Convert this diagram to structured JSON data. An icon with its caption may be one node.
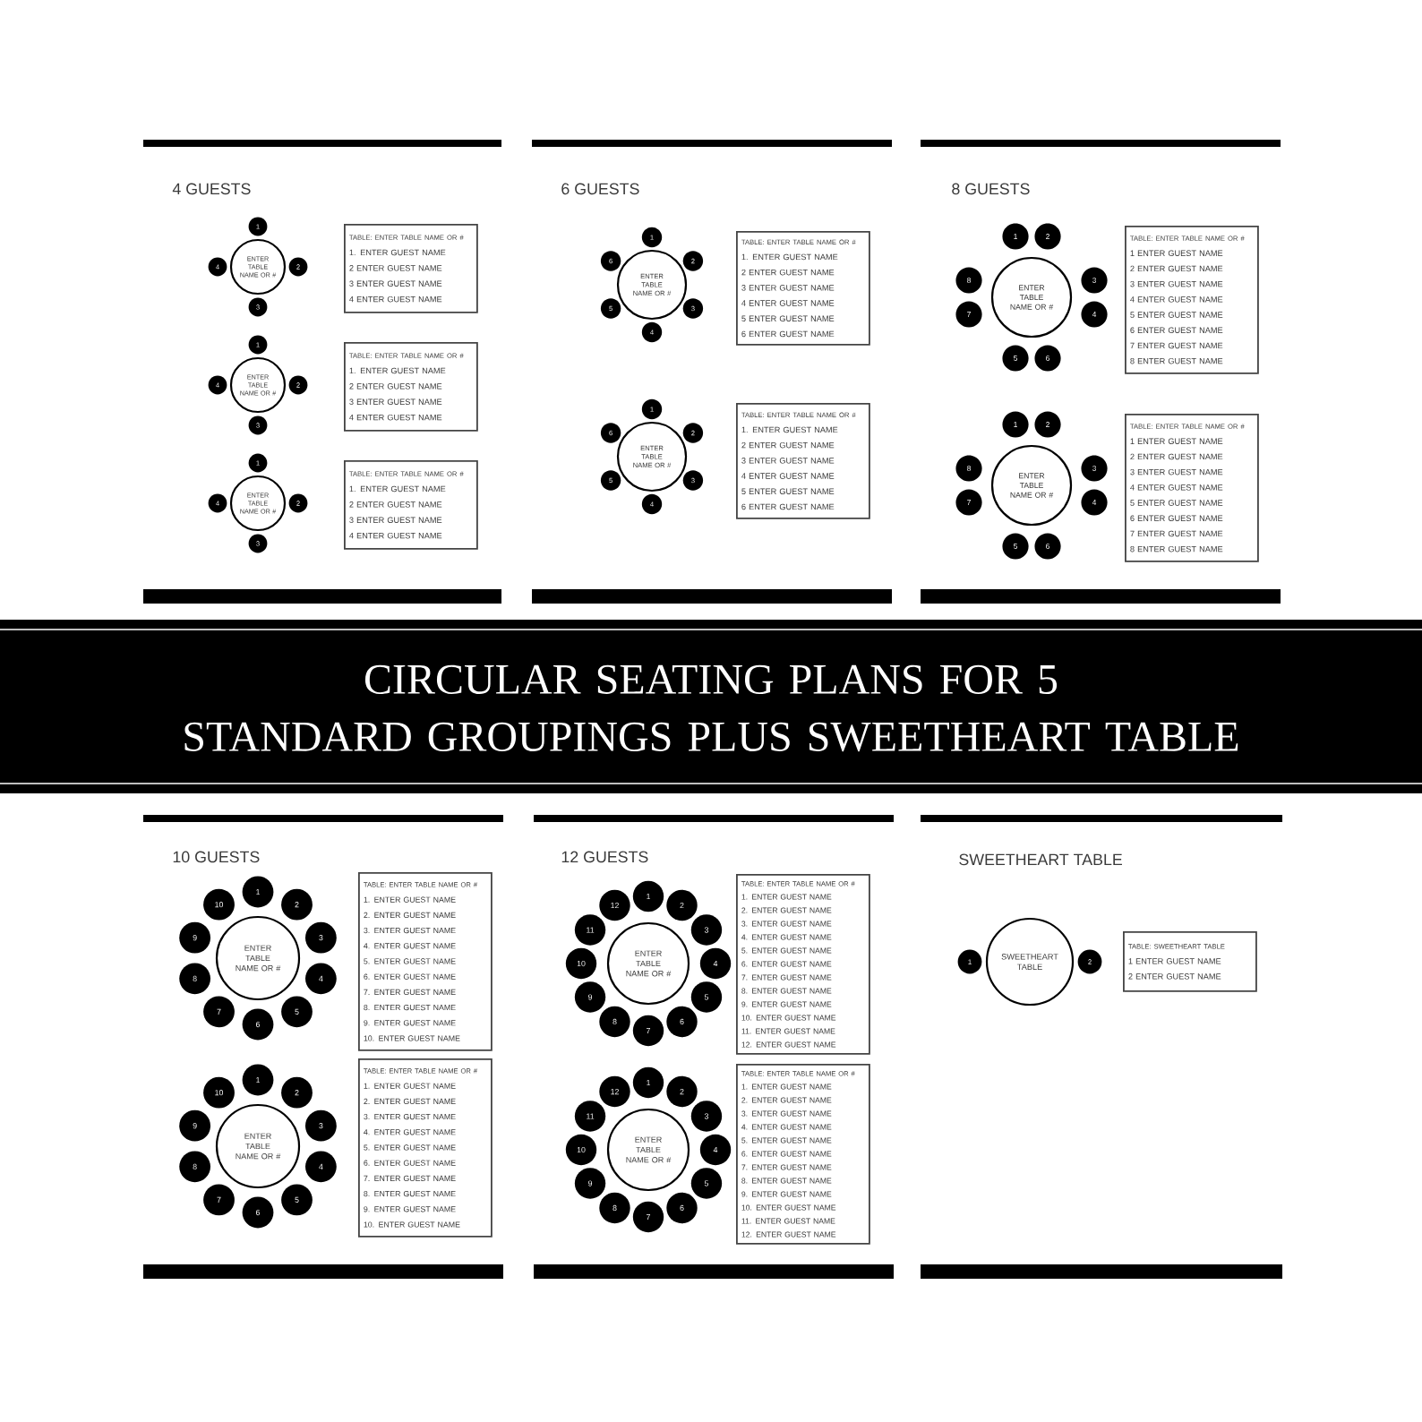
{
  "diagram": {
    "title": "CIRCULAR SEATING PLANS FOR 5 STANDARD GROUPINGS PLUS SWEETHEART TABLE",
    "nodes": [
      {
        "text": [
          "ENTER TABLE NAME OR #"
        ]
      },
      {
        "text": [
          "1"
        ]
      },
      {
        "text": [
          "2"
        ]
      },
      {
        "text": [
          "3"
        ]
      },
      {
        "text": [
          "4"
        ]
      },
      {
        "text": [
          "TABLE: ENTER TABLE NAME OR #",
          "1. ENTER GUEST NAME",
          "2 ENTER GUEST NAME",
          "3 ENTER GUEST NAME",
          "4 ENTER GUEST NAME"
        ]
      },
      {
        "text": [
          "ENTER TABLE NAME OR #"
        ]
      },
      {
        "text": [
          "1"
        ]
      },
      {
        "text": [
          "2"
        ]
      },
      {
        "text": [
          "3"
        ]
      },
      {
        "text": [
          "4"
        ]
      },
      {
        "text": [
          "TABLE: ENTER TABLE NAME OR #",
          "1. ENTER GUEST NAME",
          "2 ENTER GUEST NAME",
          "3 ENTER GUEST NAME",
          "4 ENTER GUEST NAME"
        ]
      },
      {
        "text": [
          "ENTER TABLE NAME OR #"
        ]
      },
      {
        "text": [
          "1"
        ]
      },
      {
        "text": [
          "2"
        ]
      },
      {
        "text": [
          "3"
        ]
      },
      {
        "text": [
          "4"
        ]
      },
      {
        "text": [
          "TABLE: ENTER TABLE NAME OR #",
          "1. ENTER GUEST NAME",
          "2 ENTER GUEST NAME",
          "3 ENTER GUEST NAME",
          "4 ENTER GUEST NAME"
        ]
      },
      {
        "text": [
          "ENTER TABLE NAME OR #"
        ]
      },
      {
        "text": [
          "1"
        ]
      },
      {
        "text": [
          "2"
        ]
      },
      {
        "text": [
          "3"
        ]
      },
      {
        "text": [
          "4"
        ]
      },
      {
        "text": [
          "5"
        ]
      },
      {
        "text": [
          "6"
        ]
      },
      {
        "text": [
          "TABLE: ENTER TABLE NAME OR #",
          "1. ENTER GUEST NAME",
          "2 ENTER GUEST NAME",
          "3 ENTER GUEST NAME",
          "4 ENTER GUEST NAME",
          "5 ENTER GUEST NAME",
          "6 ENTER GUEST NAME"
        ]
      },
      {
        "text": [
          "ENTER TABLE NAME OR #"
        ]
      },
      {
        "text": [
          "1"
        ]
      },
      {
        "text": [
          "2"
        ]
      },
      {
        "text": [
          "3"
        ]
      },
      {
        "text": [
          "4"
        ]
      },
      {
        "text": [
          "5"
        ]
      },
      {
        "text": [
          "6"
        ]
      },
      {
        "text": [
          "TABLE: ENTER TABLE NAME OR #",
          "1. ENTER GUEST NAME",
          "2 ENTER GUEST NAME",
          "3 ENTER GUEST NAME",
          "4 ENTER GUEST NAME",
          "5 ENTER GUEST NAME",
          "6 ENTER GUEST NAME"
        ]
      },
      {
        "text": [
          "ENTER TABLE NAME OR #"
        ]
      },
      {
        "text": [
          "1"
        ]
      },
      {
        "text": [
          "2"
        ]
      },
      {
        "text": [
          "3"
        ]
      },
      {
        "text": [
          "4"
        ]
      },
      {
        "text": [
          "5"
        ]
      },
      {
        "text": [
          "6"
        ]
      },
      {
        "text": [
          "7"
        ]
      },
      {
        "text": [
          "8"
        ]
      },
      {
        "text": [
          "TABLE: ENTER TABLE NAME OR #",
          "1 ENTER GUEST NAME",
          "2 ENTER GUEST NAME",
          "3 ENTER GUEST NAME",
          "4 ENTER GUEST NAME",
          "5 ENTER GUEST NAME",
          "6 ENTER GUEST NAME",
          "7 ENTER GUEST NAME",
          "8 ENTER GUEST NAME"
        ]
      },
      {
        "text": [
          "ENTER TABLE NAME OR #"
        ]
      },
      {
        "text": [
          "1"
        ]
      },
      {
        "text": [
          "2"
        ]
      },
      {
        "text": [
          "3"
        ]
      },
      {
        "text": [
          "4"
        ]
      },
      {
        "text": [
          "5"
        ]
      },
      {
        "text": [
          "6"
        ]
      },
      {
        "text": [
          "7"
        ]
      },
      {
        "text": [
          "8"
        ]
      },
      {
        "text": [
          "TABLE: ENTER TABLE NAME OR #",
          "1 ENTER GUEST NAME",
          "2 ENTER GUEST NAME",
          "3 ENTER GUEST NAME",
          "4 ENTER GUEST NAME",
          "5 ENTER GUEST NAME",
          "6 ENTER GUEST NAME",
          "7 ENTER GUEST NAME",
          "8 ENTER GUEST NAME"
        ]
      },
      {
        "text": [
          "ENTER TABLE NAME OR #"
        ]
      },
      {
        "text": [
          "1"
        ]
      },
      {
        "text": [
          "2"
        ]
      },
      {
        "text": [
          "3"
        ]
      },
      {
        "text": [
          "4"
        ]
      },
      {
        "text": [
          "5"
        ]
      },
      {
        "text": [
          "6"
        ]
      },
      {
        "text": [
          "7"
        ]
      },
      {
        "text": [
          "8"
        ]
      },
      {
        "text": [
          "9"
        ]
      },
      {
        "text": [
          "10"
        ]
      },
      {
        "text": [
          "TABLE: ENTER TABLE NAME OR #",
          "1. ENTER GUEST NAME",
          "2. ENTER GUEST NAME",
          "3. ENTER GUEST NAME",
          "4. ENTER GUEST NAME",
          "5. ENTER GUEST NAME",
          "6. ENTER GUEST NAME",
          "7. ENTER GUEST NAME",
          "8. ENTER GUEST NAME",
          "9. ENTER GUEST NAME",
          "10. ENTER GUEST NAME"
        ]
      },
      {
        "text": [
          "ENTER TABLE NAME OR #"
        ]
      },
      {
        "text": [
          "1"
        ]
      },
      {
        "text": [
          "2"
        ]
      },
      {
        "text": [
          "3"
        ]
      },
      {
        "text": [
          "4"
        ]
      },
      {
        "text": [
          "5"
        ]
      },
      {
        "text": [
          "6"
        ]
      },
      {
        "text": [
          "7"
        ]
      },
      {
        "text": [
          "8"
        ]
      },
      {
        "text": [
          "9"
        ]
      },
      {
        "text": [
          "10"
        ]
      },
      {
        "text": [
          "TABLE: ENTER TABLE NAME OR #",
          "1. ENTER GUEST NAME",
          "2. ENTER GUEST NAME",
          "3. ENTER GUEST NAME",
          "4. ENTER GUEST NAME",
          "5. ENTER GUEST NAME",
          "6. ENTER GUEST NAME",
          "7. ENTER GUEST NAME",
          "8. ENTER GUEST NAME",
          "9. ENTER GUEST NAME",
          "10. ENTER GUEST NAME"
        ]
      },
      {
        "text": [
          "ENTER TABLE NAME OR #"
        ]
      },
      {
        "text": [
          "1"
        ]
      },
      {
        "text": [
          "2"
        ]
      },
      {
        "text": [
          "3"
        ]
      },
      {
        "text": [
          "4"
        ]
      },
      {
        "text": [
          "5"
        ]
      },
      {
        "text": [
          "6"
        ]
      },
      {
        "text": [
          "7"
        ]
      },
      {
        "text": [
          "8"
        ]
      },
      {
        "text": [
          "9"
        ]
      },
      {
        "text": [
          "10"
        ]
      },
      {
        "text": [
          "11"
        ]
      },
      {
        "text": [
          "12"
        ]
      },
      {
        "text": [
          "TABLE: ENTER TABLE NAME OR #",
          "1. ENTER GUEST NAME",
          "2. ENTER GUEST NAME",
          "3. ENTER GUEST NAME",
          "4. ENTER GUEST NAME",
          "5. ENTER GUEST NAME",
          "6. ENTER GUEST NAME",
          "7. ENTER GUEST NAME",
          "8. ENTER GUEST NAME",
          "9. ENTER GUEST NAME",
          "10. ENTER GUEST NAME",
          "11. ENTER GUEST NAME",
          "12. ENTER GUEST NAME"
        ]
      },
      {
        "text": [
          "ENTER TABLE NAME OR #"
        ]
      },
      {
        "text": [
          "1"
        ]
      },
      {
        "text": [
          "2"
        ]
      },
      {
        "text": [
          "3"
        ]
      },
      {
        "text": [
          "4"
        ]
      },
      {
        "text": [
          "5"
        ]
      },
      {
        "text": [
          "6"
        ]
      },
      {
        "text": [
          "7"
        ]
      },
      {
        "text": [
          "8"
        ]
      },
      {
        "text": [
          "9"
        ]
      },
      {
        "text": [
          "10"
        ]
      },
      {
        "text": [
          "11"
        ]
      },
      {
        "text": [
          "12"
        ]
      },
      {
        "text": [
          "TABLE: ENTER TABLE NAME OR #",
          "1. ENTER GUEST NAME",
          "2. ENTER GUEST NAME",
          "3. ENTER GUEST NAME",
          "4. ENTER GUEST NAME",
          "5. ENTER GUEST NAME",
          "6. ENTER GUEST NAME",
          "7. ENTER GUEST NAME",
          "8. ENTER GUEST NAME",
          "9. ENTER GUEST NAME",
          "10. ENTER GUEST NAME",
          "11. ENTER GUEST NAME",
          "12. ENTER GUEST NAME"
        ]
      },
      {
        "text": [
          "SWEETHEART TABLE"
        ]
      },
      {
        "text": [
          "1"
        ]
      },
      {
        "text": [
          "2"
        ]
      },
      {
        "text": [
          "TABLE: SWEETHEART TABLE",
          "1 ENTER GUEST NAME",
          "2 ENTER GUEST NAME"
        ]
      }
    ],
    "labels": [
      "4 GUESTS",
      "6 GUESTS",
      "8 GUESTS",
      "10 GUESTS",
      "12 GUESTS",
      "SWEETHEART TABLE"
    ]
  }
}
